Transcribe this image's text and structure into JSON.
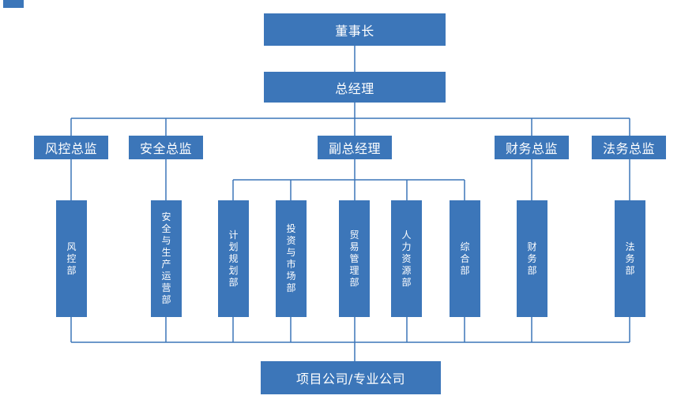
{
  "nodes": {
    "chairman": "董事长",
    "general_manager": "总经理",
    "risk_director": "风控总监",
    "safety_director": "安全总监",
    "deputy_gm": "副总经理",
    "finance_director": "财务总监",
    "legal_director": "法务总监",
    "risk_dept": "风控部",
    "safety_production_dept": "安全与生产运营部",
    "planning_dept": "计划规划部",
    "investment_market_dept": "投资与市场部",
    "trade_management_dept": "贸易管理部",
    "hr_dept": "人力资源部",
    "general_dept": "综合部",
    "finance_dept": "财务部",
    "legal_dept": "法务部",
    "project_companies": "项目公司/专业公司"
  },
  "colors": {
    "box_fill": "#3c76b9",
    "connector": "#3c76b9",
    "text": "#ffffff"
  }
}
